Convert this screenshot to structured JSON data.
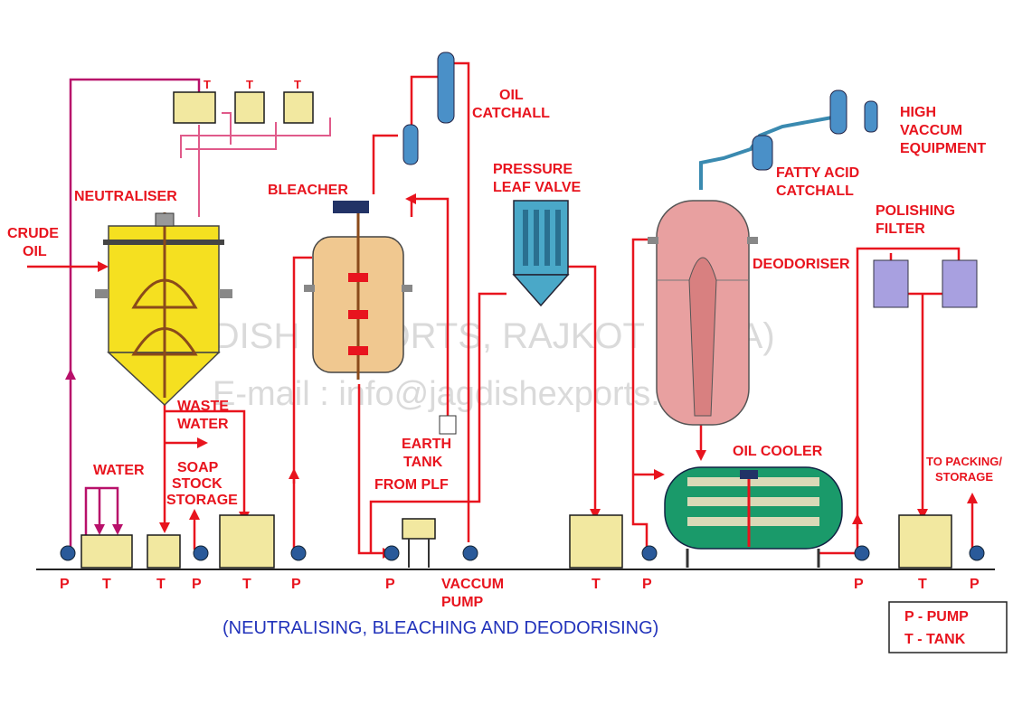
{
  "labels": {
    "crude_oil": [
      "CRUDE",
      "OIL"
    ],
    "neutraliser": "NEUTRALISER",
    "bleacher": "BLEACHER",
    "oil_catchall": [
      "OIL",
      "CATCHALL"
    ],
    "pressure_leaf_valve": [
      "PRESSURE",
      "LEAF VALVE"
    ],
    "high_vaccum_equipment": [
      "HIGH",
      "VACCUM",
      "EQUIPMENT"
    ],
    "fatty_acid_catchall": [
      "FATTY ACID",
      "CATCHALL"
    ],
    "polishing_filter": [
      "POLISHING",
      "FILTER"
    ],
    "deodoriser": "DEODORISER",
    "waste_water": [
      "WASTE",
      "WATER"
    ],
    "water": "WATER",
    "soap_stock_storage": [
      "SOAP",
      "STOCK",
      "STORAGE"
    ],
    "earth_tank": [
      "EARTH",
      "TANK"
    ],
    "from_plf": "FROM PLF",
    "oil_cooler": "OIL COOLER",
    "to_packing_storage": [
      "TO PACKING/",
      "STORAGE"
    ],
    "vaccum_pump": [
      "VACCUM",
      "PUMP"
    ],
    "top_tank_t": [
      "T",
      "T",
      "T"
    ]
  },
  "ground_labels": [
    "P",
    "T",
    "T",
    "P",
    "T",
    "P",
    "P",
    "T",
    "P",
    "P",
    "T",
    "P"
  ],
  "caption": "(NEUTRALISING, BLEACHING AND DEODORISING)",
  "legend": [
    "P  -  PUMP",
    "T  -  TANK"
  ],
  "watermark": {
    "line1": "JAGDISH EXPORTS, RAJKOT (INDIA)",
    "line2": "E-mail : info@jagdishexports.com"
  },
  "colors": {
    "label_red": "#e8141e",
    "caption_blue": "#2233bb",
    "neutraliser_yellow": "#f5e020",
    "bleacher_peach": "#f0c890",
    "deodoriser_pink": "#e8a0a0",
    "cooler_green": "#1a9a6a",
    "pipe_magenta": "#b8106a"
  }
}
